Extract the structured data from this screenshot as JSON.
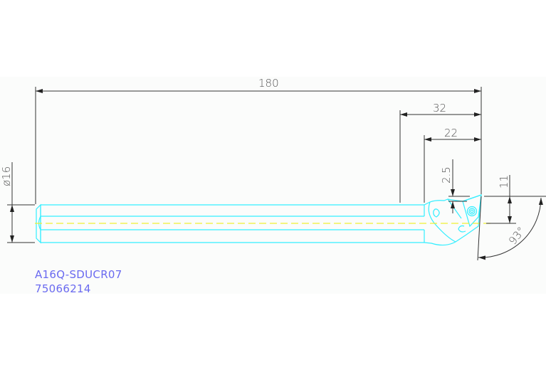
{
  "drawing": {
    "part_code": "A16Q-SDUCR07",
    "part_number": "75066214",
    "dimensions": {
      "overall_length": "180",
      "head_length_32": "32",
      "head_length_22": "22",
      "offset_2_5": "2.5",
      "offset_11": "11",
      "diameter": "ø16",
      "angle": "93°"
    },
    "colors": {
      "tool_outline": "#33eeff",
      "centerline": "#eeee33",
      "dimension_line": "#333333",
      "label_text": "#6a6af0",
      "background": "#fbfcfb"
    }
  }
}
